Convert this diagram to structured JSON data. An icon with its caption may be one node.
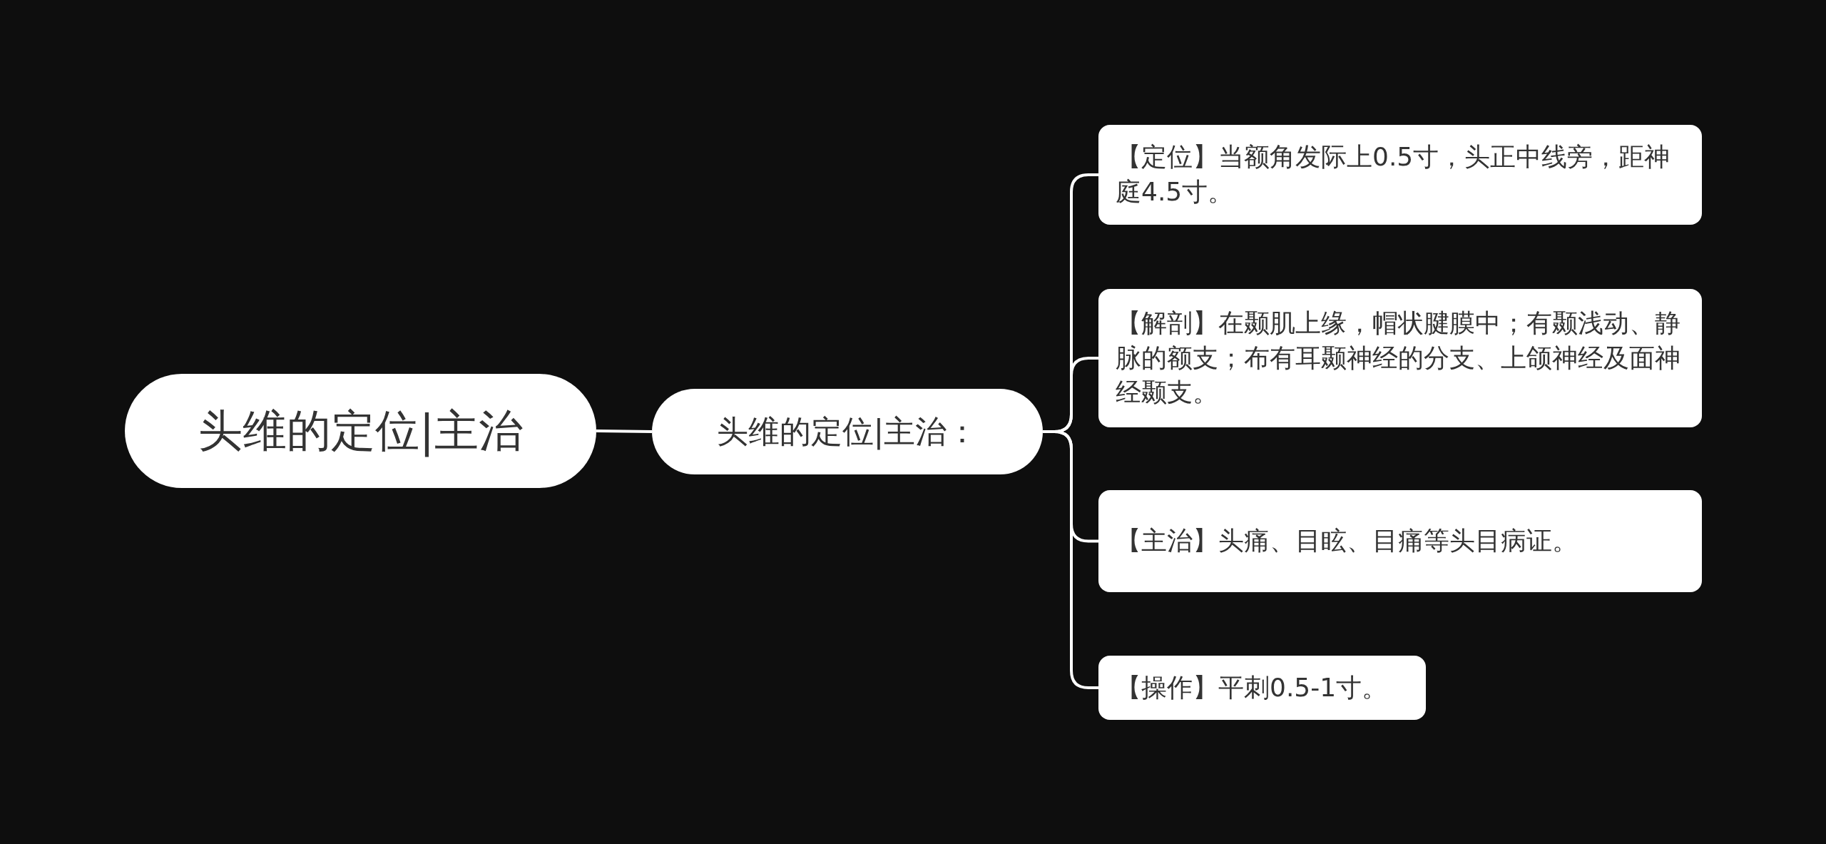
{
  "diagram": {
    "nodes": [
      {
        "text": [
          "头维的定位|主治"
        ]
      },
      {
        "text": [
          "头维的定位|主治："
        ]
      },
      {
        "text": [
          "【定位】当额角发际上0.5寸，头正中线旁，距神庭4.5寸。"
        ]
      },
      {
        "text": [
          "【解剖】在颞肌上缘，帽状腱膜中；有颞浅动、静脉的额支；布有耳颞神经的分支、上颌神经及面神经颞支。"
        ]
      },
      {
        "text": [
          "【主治】头痛、目眩、目痛等头目病证。"
        ]
      },
      {
        "text": [
          "【操作】平刺0.5-1寸。"
        ]
      }
    ],
    "edges": [
      {
        "from": 0,
        "to": 1,
        "arrow": "none"
      },
      {
        "from": 1,
        "to": 2,
        "arrow": "none"
      },
      {
        "from": 1,
        "to": 3,
        "arrow": "none"
      },
      {
        "from": 1,
        "to": 4,
        "arrow": "none"
      },
      {
        "from": 1,
        "to": 5,
        "arrow": "none"
      }
    ]
  }
}
